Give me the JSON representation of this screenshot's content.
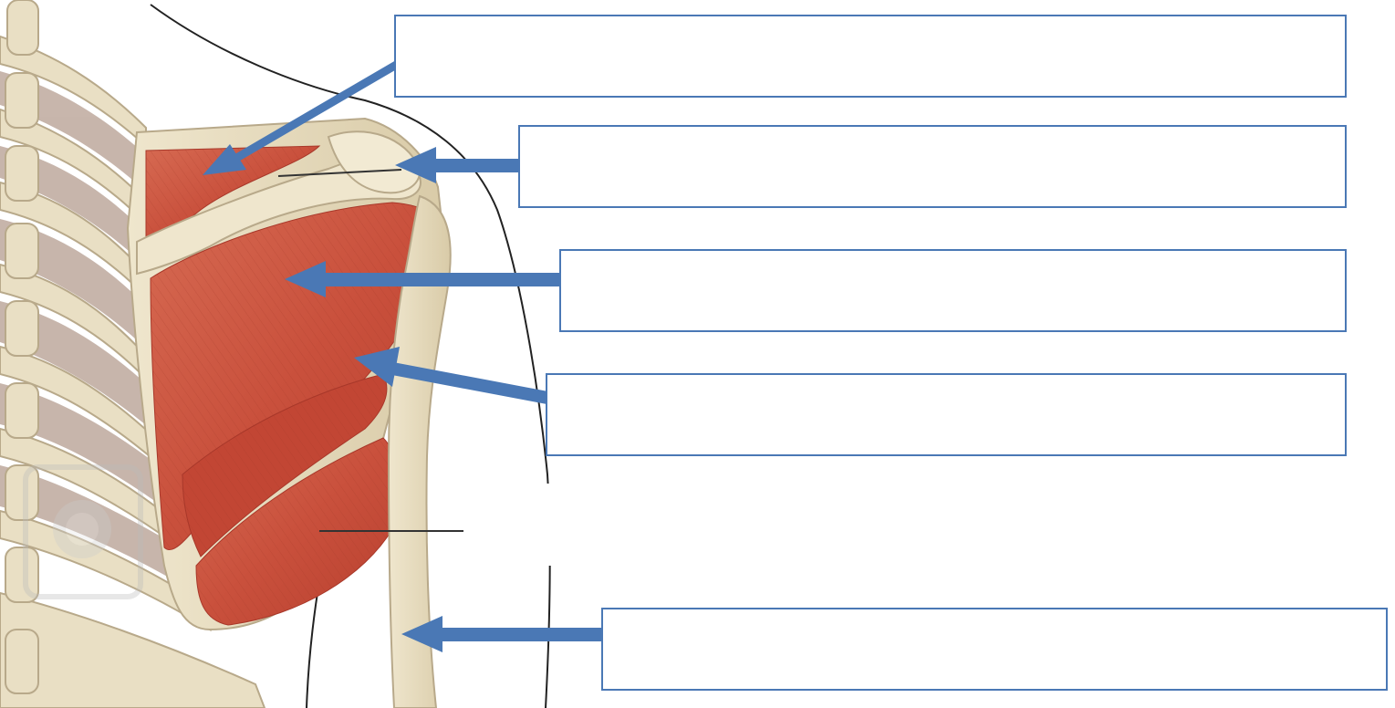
{
  "diagram": {
    "labels": [
      {
        "id": "label-1",
        "text": ""
      },
      {
        "id": "label-2",
        "text": ""
      },
      {
        "id": "label-3",
        "text": ""
      },
      {
        "id": "label-4",
        "text": ""
      },
      {
        "id": "label-5",
        "text": ""
      }
    ]
  },
  "colors": {
    "arrow": "#4a78b5",
    "box_border": "#4a78b5",
    "muscle": "#c9503c",
    "muscle_dark": "#a8382a",
    "bone": "#e9dfc4",
    "bone_outline": "#b8a98a",
    "outline": "#222222"
  },
  "icons": {
    "watermark": "anatomy-logo-icon",
    "arrow": "arrow-left-icon"
  }
}
